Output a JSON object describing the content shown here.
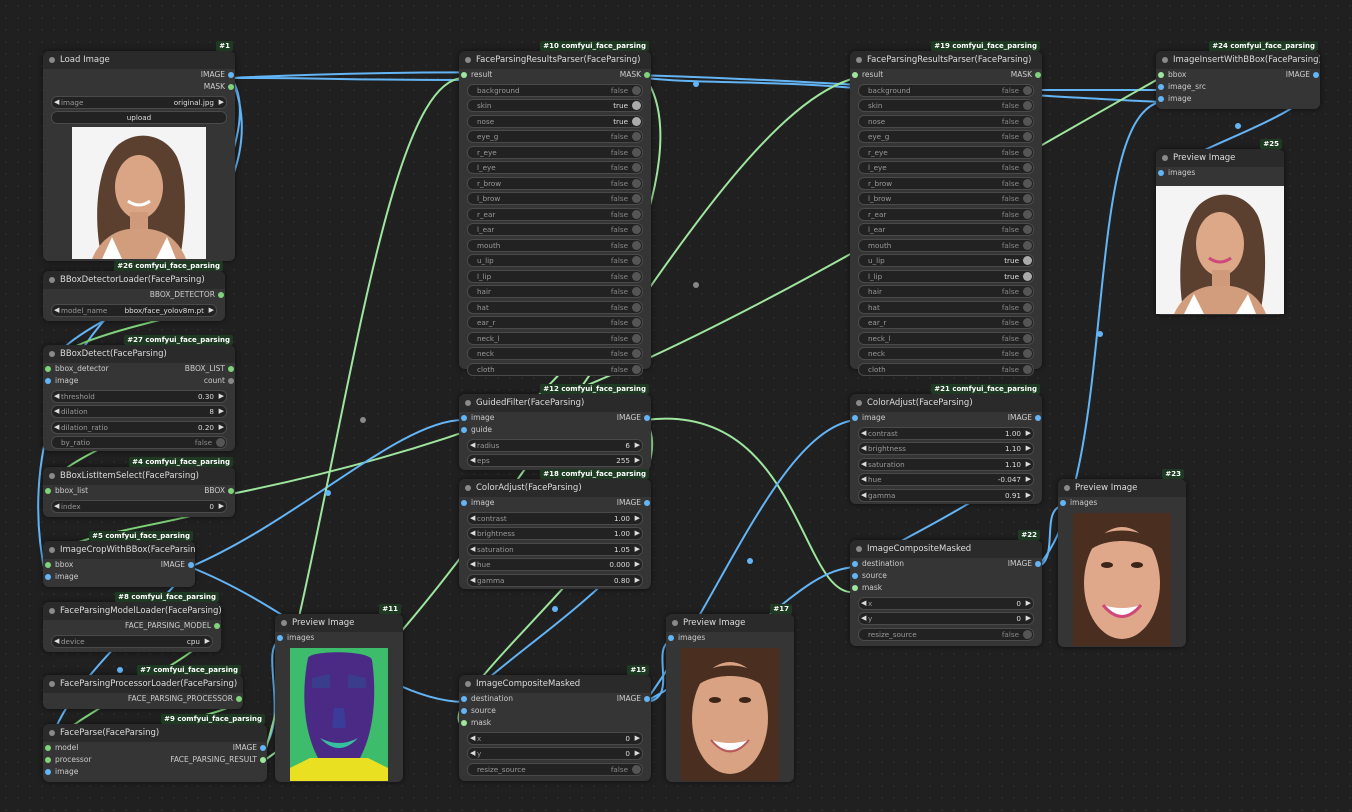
{
  "nodes": {
    "load_image": {
      "id": "#1",
      "title": "Load Image",
      "out1": "IMAGE",
      "out2": "MASK",
      "image_label": "image",
      "image_value": "original.jpg",
      "upload": "upload"
    },
    "bbox_loader": {
      "id": "#26 comfyui_face_parsing",
      "title": "BBoxDetectorLoader(FaceParsing)",
      "out1": "BBOX_DETECTOR",
      "model_label": "model_name",
      "model_value": "bbox/face_yolov8m.pt"
    },
    "bbox_detect": {
      "id": "#27 comfyui_face_parsing",
      "title": "BBoxDetect(FaceParsing)",
      "in1": "bbox_detector",
      "in2": "image",
      "out1": "BBOX_LIST",
      "out2": "count",
      "w": [
        {
          "k": "threshold",
          "v": "0.30"
        },
        {
          "k": "dilation",
          "v": "8"
        },
        {
          "k": "dilation_ratio",
          "v": "0.20"
        }
      ],
      "by_ratio": "by_ratio",
      "by_ratio_v": "false"
    },
    "bbox_select": {
      "id": "#4 comfyui_face_parsing",
      "title": "BBoxListItemSelect(FaceParsing)",
      "in1": "bbox_list",
      "out1": "BBOX",
      "index_label": "index",
      "index_value": "0"
    },
    "crop": {
      "id": "#5 comfyui_face_parsing",
      "title": "ImageCropWithBBox(FaceParsing)",
      "in1": "bbox",
      "in2": "image",
      "out1": "IMAGE"
    },
    "model_loader": {
      "id": "#8 comfyui_face_parsing",
      "title": "FaceParsingModelLoader(FaceParsing)",
      "out1": "FACE_PARSING_MODEL",
      "device_label": "device",
      "device_value": "cpu"
    },
    "proc_loader": {
      "id": "#7 comfyui_face_parsing",
      "title": "FaceParsingProcessorLoader(FaceParsing)",
      "out1": "FACE_PARSING_PROCESSOR"
    },
    "face_parse": {
      "id": "#9 comfyui_face_parsing",
      "title": "FaceParse(FaceParsing)",
      "in1": "model",
      "in2": "processor",
      "in3": "image",
      "out1": "IMAGE",
      "out2": "FACE_PARSING_RESULT"
    },
    "preview11": {
      "id": "#11",
      "title": "Preview Image",
      "in1": "images"
    },
    "parser10": {
      "id": "#10 comfyui_face_parsing",
      "title": "FaceParsingResultsParser(FaceParsing)",
      "in1": "result",
      "out1": "MASK",
      "rows": [
        {
          "k": "background",
          "v": "false"
        },
        {
          "k": "skin",
          "v": "true"
        },
        {
          "k": "nose",
          "v": "true"
        },
        {
          "k": "eye_g",
          "v": "false"
        },
        {
          "k": "r_eye",
          "v": "false"
        },
        {
          "k": "l_eye",
          "v": "false"
        },
        {
          "k": "r_brow",
          "v": "false"
        },
        {
          "k": "l_brow",
          "v": "false"
        },
        {
          "k": "r_ear",
          "v": "false"
        },
        {
          "k": "l_ear",
          "v": "false"
        },
        {
          "k": "mouth",
          "v": "false"
        },
        {
          "k": "u_lip",
          "v": "false"
        },
        {
          "k": "l_lip",
          "v": "false"
        },
        {
          "k": "hair",
          "v": "false"
        },
        {
          "k": "hat",
          "v": "false"
        },
        {
          "k": "ear_r",
          "v": "false"
        },
        {
          "k": "neck_l",
          "v": "false"
        },
        {
          "k": "neck",
          "v": "false"
        },
        {
          "k": "cloth",
          "v": "false"
        }
      ]
    },
    "parser19": {
      "id": "#19 comfyui_face_parsing",
      "title": "FaceParsingResultsParser(FaceParsing)",
      "in1": "result",
      "out1": "MASK",
      "rows": [
        {
          "k": "background",
          "v": "false"
        },
        {
          "k": "skin",
          "v": "false"
        },
        {
          "k": "nose",
          "v": "false"
        },
        {
          "k": "eye_g",
          "v": "false"
        },
        {
          "k": "r_eye",
          "v": "false"
        },
        {
          "k": "l_eye",
          "v": "false"
        },
        {
          "k": "r_brow",
          "v": "false"
        },
        {
          "k": "l_brow",
          "v": "false"
        },
        {
          "k": "r_ear",
          "v": "false"
        },
        {
          "k": "l_ear",
          "v": "false"
        },
        {
          "k": "mouth",
          "v": "false"
        },
        {
          "k": "u_lip",
          "v": "true"
        },
        {
          "k": "l_lip",
          "v": "true"
        },
        {
          "k": "hair",
          "v": "false"
        },
        {
          "k": "hat",
          "v": "false"
        },
        {
          "k": "ear_r",
          "v": "false"
        },
        {
          "k": "neck_l",
          "v": "false"
        },
        {
          "k": "neck",
          "v": "false"
        },
        {
          "k": "cloth",
          "v": "false"
        }
      ]
    },
    "guided": {
      "id": "#12 comfyui_face_parsing",
      "title": "GuidedFilter(FaceParsing)",
      "in1": "image",
      "in2": "guide",
      "out1": "IMAGE",
      "w": [
        {
          "k": "radius",
          "v": "6"
        },
        {
          "k": "eps",
          "v": "255"
        }
      ]
    },
    "coloradj18": {
      "id": "#18 comfyui_face_parsing",
      "title": "ColorAdjust(FaceParsing)",
      "in1": "image",
      "out1": "IMAGE",
      "w": [
        {
          "k": "contrast",
          "v": "1.00"
        },
        {
          "k": "brightness",
          "v": "1.00"
        },
        {
          "k": "saturation",
          "v": "1.05"
        },
        {
          "k": "hue",
          "v": "0.000"
        },
        {
          "k": "gamma",
          "v": "0.80"
        }
      ]
    },
    "composite15": {
      "id": "#15",
      "title": "ImageCompositeMasked",
      "in1": "destination",
      "in2": "source",
      "in3": "mask",
      "out1": "IMAGE",
      "w": [
        {
          "k": "x",
          "v": "0"
        },
        {
          "k": "y",
          "v": "0"
        }
      ],
      "resize": "resize_source",
      "resize_v": "false"
    },
    "preview17": {
      "id": "#17",
      "title": "Preview Image",
      "in1": "images"
    },
    "coloradj21": {
      "id": "#21 comfyui_face_parsing",
      "title": "ColorAdjust(FaceParsing)",
      "in1": "image",
      "out1": "IMAGE",
      "w": [
        {
          "k": "contrast",
          "v": "1.00"
        },
        {
          "k": "brightness",
          "v": "1.10"
        },
        {
          "k": "saturation",
          "v": "1.10"
        },
        {
          "k": "hue",
          "v": "-0.047"
        },
        {
          "k": "gamma",
          "v": "0.91"
        }
      ]
    },
    "composite22": {
      "id": "#22",
      "title": "ImageCompositeMasked",
      "in1": "destination",
      "in2": "source",
      "in3": "mask",
      "out1": "IMAGE",
      "w": [
        {
          "k": "x",
          "v": "0"
        },
        {
          "k": "y",
          "v": "0"
        }
      ],
      "resize": "resize_source",
      "resize_v": "false"
    },
    "preview23": {
      "id": "#23",
      "title": "Preview Image",
      "in1": "images"
    },
    "insert24": {
      "id": "#24 comfyui_face_parsing",
      "title": "ImageInsertWithBBox(FaceParsing)",
      "in1": "bbox",
      "in2": "image_src",
      "in3": "image",
      "out1": "IMAGE"
    },
    "preview25": {
      "id": "#25",
      "title": "Preview Image",
      "in1": "images"
    }
  }
}
